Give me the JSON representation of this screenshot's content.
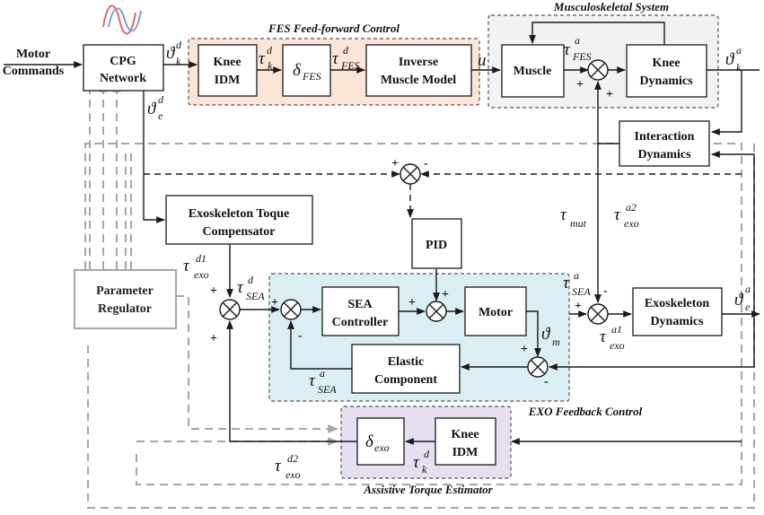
{
  "regions": {
    "fes": "FES Feed-forward Control",
    "musculo": "Musculoskeletal System",
    "exo_feedback": "EXO Feedback Control",
    "assistive": "Assistive Torque Estimator"
  },
  "blocks": {
    "motor_commands_l1": "Motor",
    "motor_commands_l2": "Commands",
    "cpg_l1": "CPG",
    "cpg_l2": "Network",
    "knee_idm_l1": "Knee",
    "knee_idm_l2": "IDM",
    "delta_fes": "δ",
    "delta_fes_sub": "FES",
    "inverse_muscle_l1": "Inverse",
    "inverse_muscle_l2": "Muscle Model",
    "muscle": "Muscle",
    "knee_dyn_l1": "Knee",
    "knee_dyn_l2": "Dynamics",
    "interaction_l1": "Interaction",
    "interaction_l2": "Dynamics",
    "exo_comp_l1": "Exoskeleton Toque",
    "exo_comp_l2": "Compensator",
    "pid": "PID",
    "param_l1": "Parameter",
    "param_l2": "Regulator",
    "sea_l1": "SEA",
    "sea_l2": "Controller",
    "motor": "Motor",
    "elastic_l1": "Elastic",
    "elastic_l2": "Component",
    "exo_dyn_l1": "Exoskeleton",
    "exo_dyn_l2": "Dynamics",
    "delta_exo": "δ",
    "delta_exo_sub": "exo",
    "knee_idm2_l1": "Knee",
    "knee_idm2_l2": "IDM"
  },
  "symbols": {
    "theta": "ϑ",
    "tau": "τ",
    "u": "u",
    "k": "k",
    "d": "d",
    "e": "e",
    "a": "a",
    "m": "m",
    "fes": "FES",
    "mut": "mut",
    "exo": "exo",
    "sea": "SEA",
    "d1": "d1",
    "d2": "d2",
    "a1": "a1",
    "a2": "a2"
  },
  "signs": {
    "plus": "+",
    "minus": "-"
  },
  "colors": {
    "fes_region": "#fbe5d6",
    "musculo_region": "#f2f2f2",
    "exo_region": "#dbeef4",
    "assistive_region": "#e6dff0",
    "gray_wire": "#a6a6a6"
  }
}
